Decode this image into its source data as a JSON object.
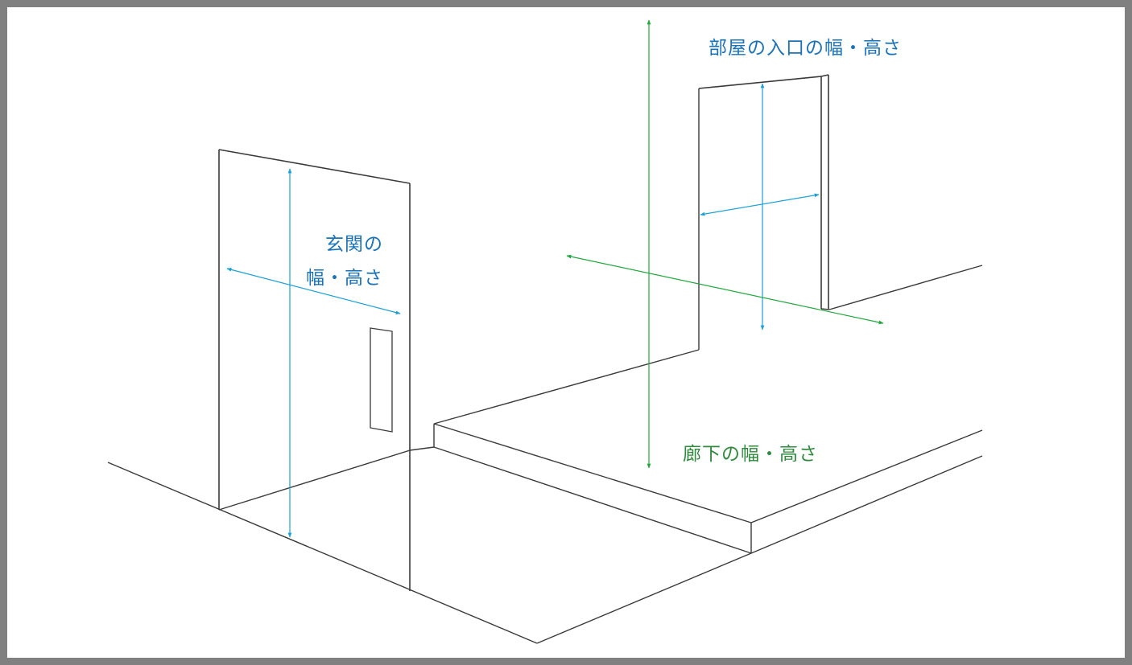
{
  "labels": {
    "entrance_line1": "玄関の",
    "entrance_line2": "幅・高さ",
    "room_entrance": "部屋の入口の幅・高さ",
    "hallway": "廊下の幅・高さ"
  },
  "colors": {
    "line": "#3a3a3a",
    "blue_arrow": "#1ba1d8",
    "blue_text": "#1a73b8",
    "green_arrow": "#20a83c",
    "green_text": "#2e8b3c",
    "frame": "#808080"
  }
}
